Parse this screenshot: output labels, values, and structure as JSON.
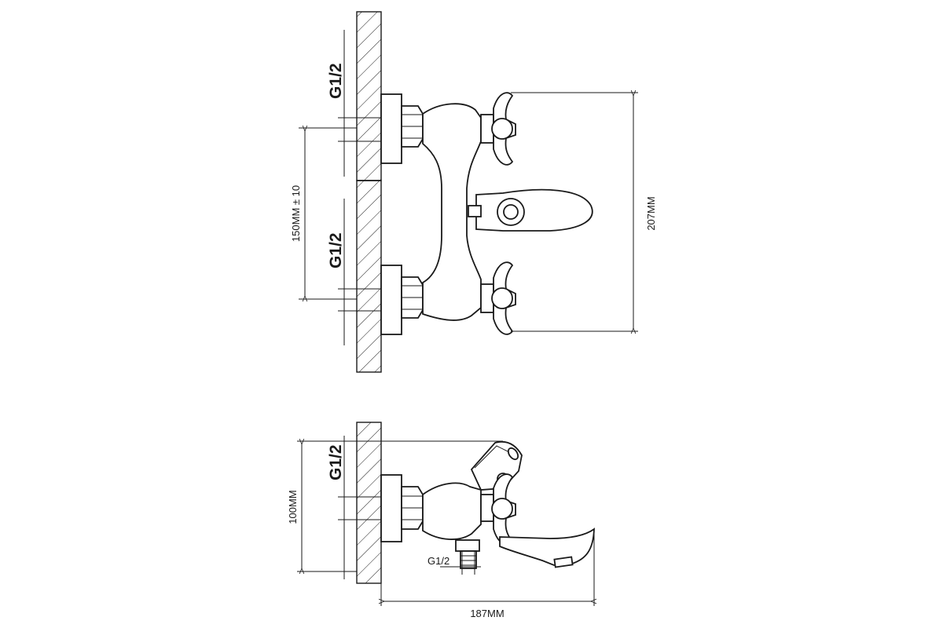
{
  "labels": {
    "thread_upper": "G1/2",
    "thread_middle": "G1/2",
    "thread_side": "G1/2",
    "thread_diverter": "G1/2",
    "dim_spacing": "150MM ± 10",
    "dim_height": "207MM",
    "dim_wall_offset": "100MM",
    "dim_projection": "187MM"
  },
  "colors": {
    "line": "#1a1a1a",
    "background": "#ffffff"
  }
}
